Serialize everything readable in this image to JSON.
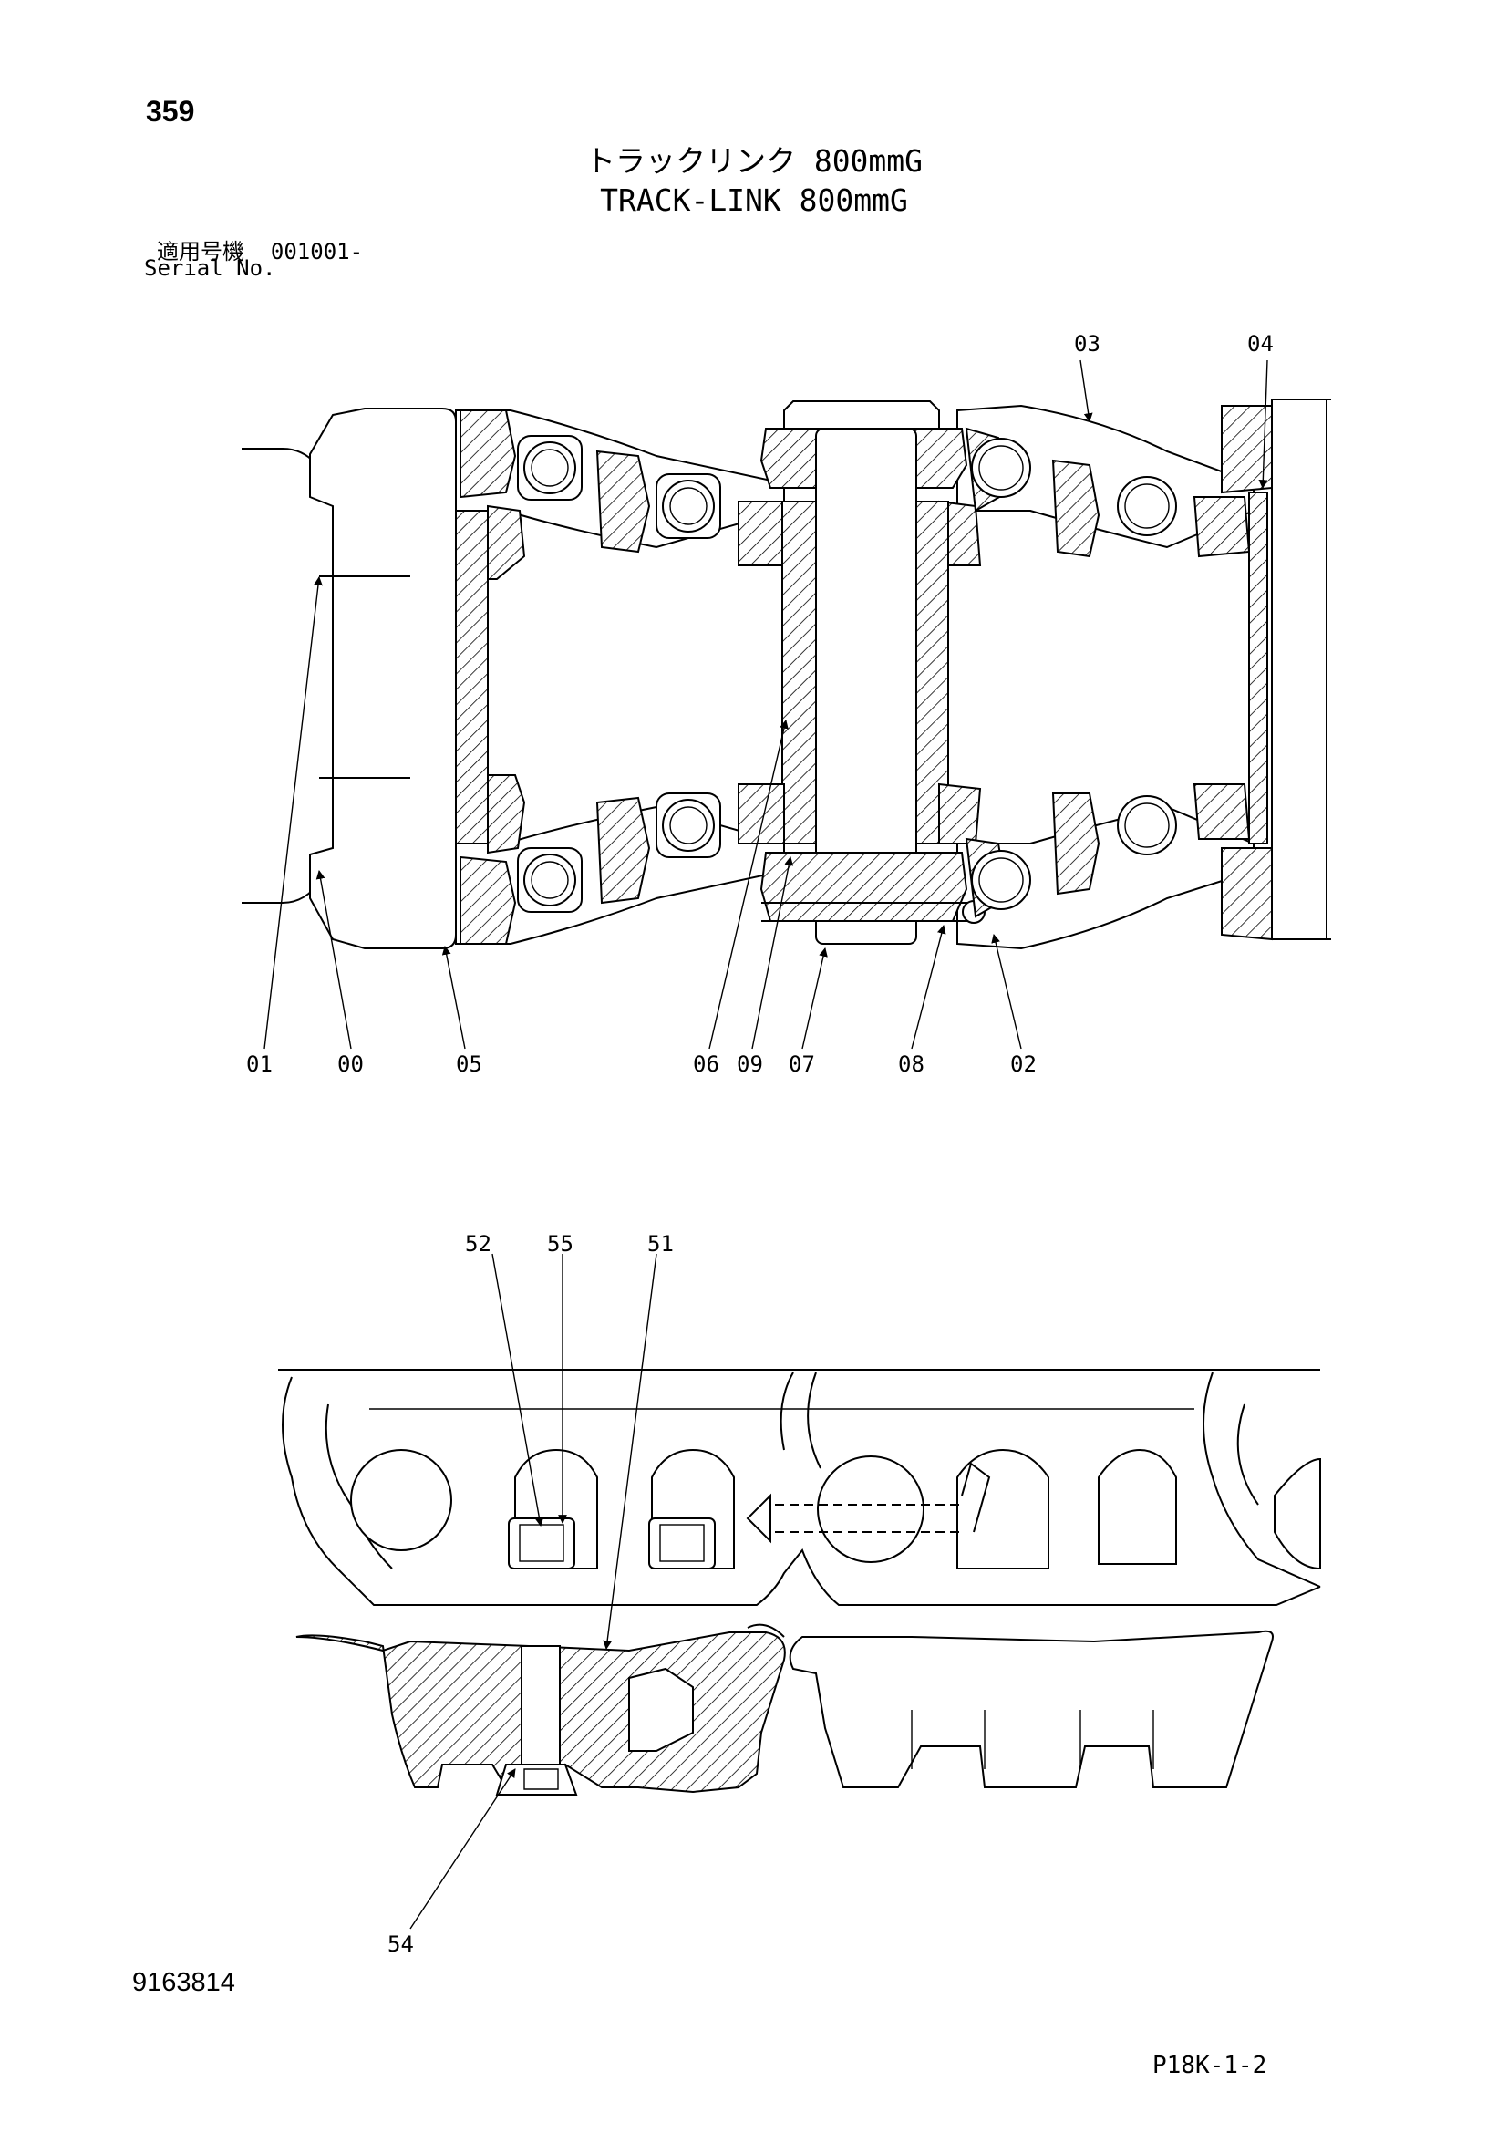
{
  "page_number": "359",
  "title_jp": "トラックリンク 800mmG",
  "title_en": "TRACK-LINK 800mmG",
  "serial_label_jp": "適用号機",
  "serial_value": "001001-",
  "serial_label_en": "Serial No.",
  "doc_number": "9163814",
  "page_code": "P18K-1-2",
  "upper_labels": {
    "l01": "01",
    "l00": "00",
    "l05": "05",
    "l06": "06",
    "l09": "09",
    "l07": "07",
    "l08": "08",
    "l02": "02",
    "l03": "03",
    "l04": "04"
  },
  "lower_labels": {
    "l52": "52",
    "l55": "55",
    "l51": "51",
    "l54": "54"
  }
}
